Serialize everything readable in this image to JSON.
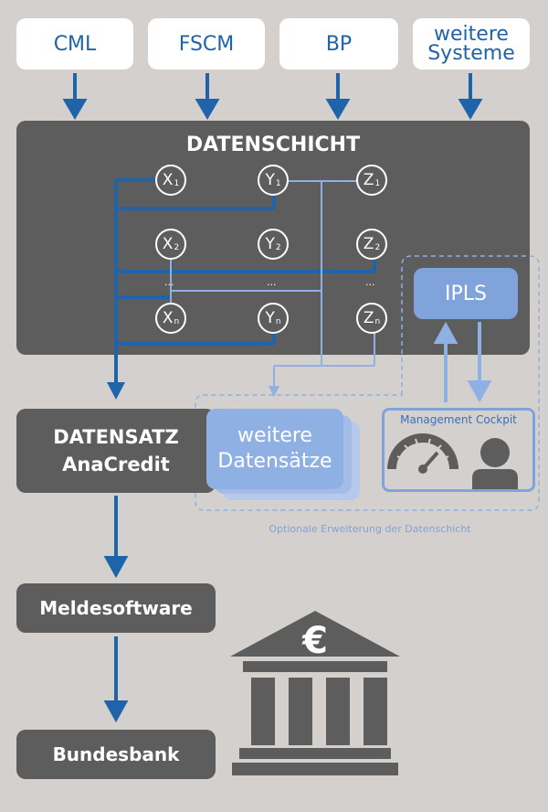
{
  "sources": [
    {
      "label": "CML"
    },
    {
      "label": "FSCM"
    },
    {
      "label": "BP"
    },
    {
      "label": "weitere\nSysteme"
    }
  ],
  "datenschicht": {
    "title": "DATENSCHICHT",
    "nodes": [
      {
        "letter": "X",
        "sub": "1"
      },
      {
        "letter": "Y",
        "sub": "1"
      },
      {
        "letter": "Z",
        "sub": "1"
      },
      {
        "letter": "X",
        "sub": "2"
      },
      {
        "letter": "Y",
        "sub": "2"
      },
      {
        "letter": "Z",
        "sub": "2"
      },
      {
        "letter": "X",
        "sub": "n"
      },
      {
        "letter": "Y",
        "sub": "n"
      },
      {
        "letter": "Z",
        "sub": "n"
      }
    ],
    "ellipsis": "..."
  },
  "ipls": {
    "label": "IPLS"
  },
  "datensatz": {
    "line1": "DATENSATZ",
    "line2": "AnaCredit"
  },
  "weitere_datensaetze": {
    "line1": "weitere",
    "line2": "Datensätze"
  },
  "cockpit": {
    "label": "Management Cockpit",
    "gauge_icon": "gauge-icon",
    "person_icon": "person-icon"
  },
  "optional_label": "Optionale Erweiterung der Datenschicht",
  "meldesoftware": {
    "label": "Meldesoftware"
  },
  "bundesbank": {
    "label": "Bundesbank",
    "icon": "bank-euro-icon",
    "symbol": "€"
  },
  "colors": {
    "dark_blue": "#1f63aa",
    "light_blue": "#7fa3da",
    "dark_gray": "#5d5d5d",
    "background": "#d4d0ce"
  }
}
